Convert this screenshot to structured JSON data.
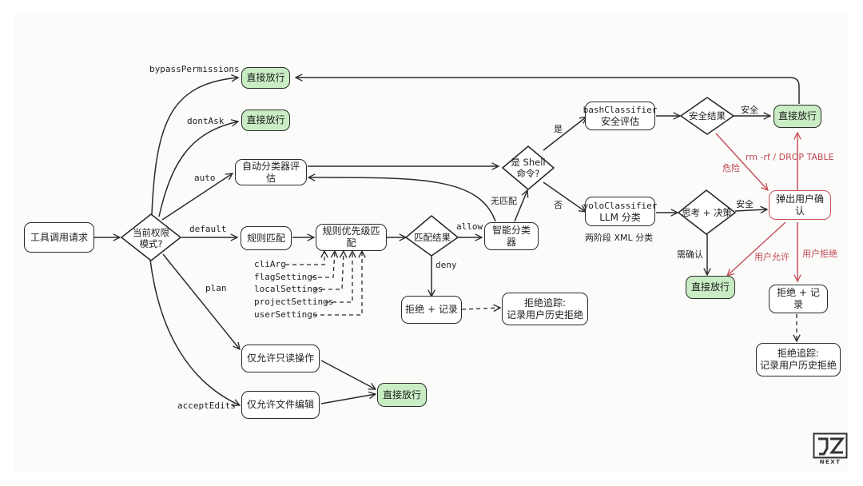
{
  "nodes": {
    "start": "工具调用请求",
    "mode_decision": [
      "当前权限",
      "模式?"
    ],
    "allow_bypass": "直接放行",
    "allow_dontask": "直接放行",
    "auto_eval": "自动分类器评估",
    "rule_match": "规则匹配",
    "rule_priority": "规则优先级匹配",
    "match_result": "匹配结果",
    "smart_classifier": "智能分类器",
    "is_shell": [
      "是 Shell",
      "命令?"
    ],
    "bash_classifier": [
      "bashClassifier",
      "安全评估"
    ],
    "safety_result": "安全结果",
    "allow_safe": "直接放行",
    "yolo_classifier": [
      "yoloClassifier",
      "LLM 分类"
    ],
    "yolo_note": "两阶段 XML 分类",
    "think_decide": "思考 + 决策",
    "user_confirm": "弹出用户确认",
    "allow_need_confirm": "直接放行",
    "deny_record_left": "拒绝 + 记录",
    "deny_track_left": [
      "拒绝追踪:",
      "记录用户历史拒绝"
    ],
    "deny_record_right": "拒绝 + 记录",
    "deny_track_right": [
      "拒绝追踪:",
      "记录用户历史拒绝"
    ],
    "readonly_only": "仅允许只读操作",
    "file_edit_only": "仅允许文件编辑",
    "allow_plan": "直接放行"
  },
  "edge_labels": {
    "bypass": "bypassPermissions",
    "dontask": "dontAsk",
    "auto": "auto",
    "default": "default",
    "plan": "plan",
    "accept_edits": "acceptEdits",
    "allow": "allow",
    "deny": "deny",
    "no_match": "无匹配",
    "yes": "是",
    "no": "否",
    "safe_top": "安全",
    "danger": "危险",
    "dangerous_cmds": "rm -rf / DROP TABLE",
    "safe_mid": "安全",
    "need_confirm": "需确认",
    "user_allow": "用户允许",
    "user_deny": "用户拒绝"
  },
  "sources": [
    "cliArg",
    "flagSettings",
    "localSettings",
    "projectSettings",
    "userSettings"
  ],
  "logo": {
    "mark": "JZ",
    "text": "NEXT"
  },
  "colors": {
    "allow_fill": "#c9ecc4",
    "danger": "#c6525a",
    "stroke": "#2b2b2b"
  }
}
